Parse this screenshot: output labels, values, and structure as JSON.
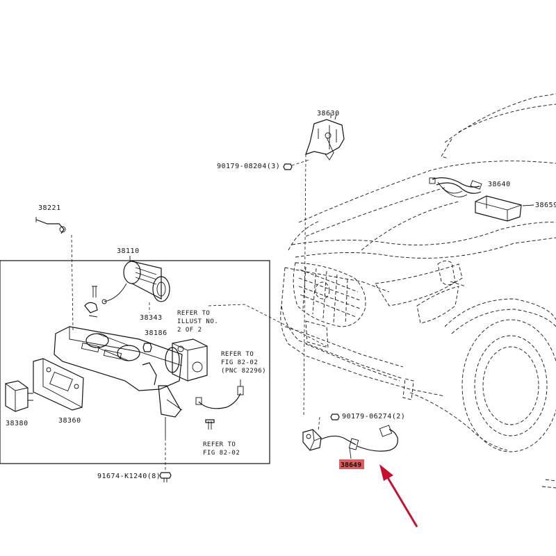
{
  "parts": {
    "p38630": "38630",
    "p90179_08204": "90179-08204",
    "p90179_08204_qty": "(3)",
    "p38640": "38640",
    "p38659": "38659",
    "p38221": "38221",
    "p38110": "38110",
    "p38343": "38343",
    "p38186": "38186",
    "p38380": "38380",
    "p38360": "38360",
    "p91674": "91674-K1240",
    "p91674_qty": "(8)",
    "p90179_06274": "90179-06274",
    "p90179_06274_qty": "(2)",
    "p38649": "38649"
  },
  "refs": {
    "illust_line1": "REFER TO",
    "illust_line2": "ILLUST NO.",
    "illust_line3": "2 OF 2",
    "fig1_line1": "REFER TO",
    "fig1_line2": "FIG 82-02",
    "fig1_line3": "(PNC 82296)",
    "fig2_line1": "REFER TO",
    "fig2_line2": "FIG 82-02"
  },
  "colors": {
    "highlight": "#e05b5b",
    "arrow": "#c8102e",
    "line": "#111111"
  },
  "highlighted_part": "38649"
}
